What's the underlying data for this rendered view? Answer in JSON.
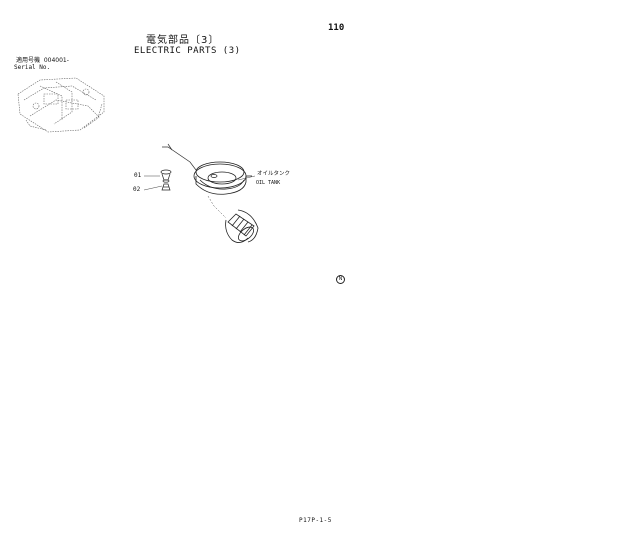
{
  "header": {
    "page_number": "110",
    "title_ja": "電気部品〔3〕",
    "title_en": "ELECTRIC PARTS (3)"
  },
  "serial": {
    "label_ja": "適用号機",
    "value": "004001-",
    "label_en": "Serial No."
  },
  "callouts": {
    "part_01": "01",
    "part_02": "02"
  },
  "annotation": {
    "tank_ja": "オイルタンク",
    "tank_en": "OIL TANK"
  },
  "region_mark": "N",
  "footer": {
    "code": "P17P-1-5"
  }
}
